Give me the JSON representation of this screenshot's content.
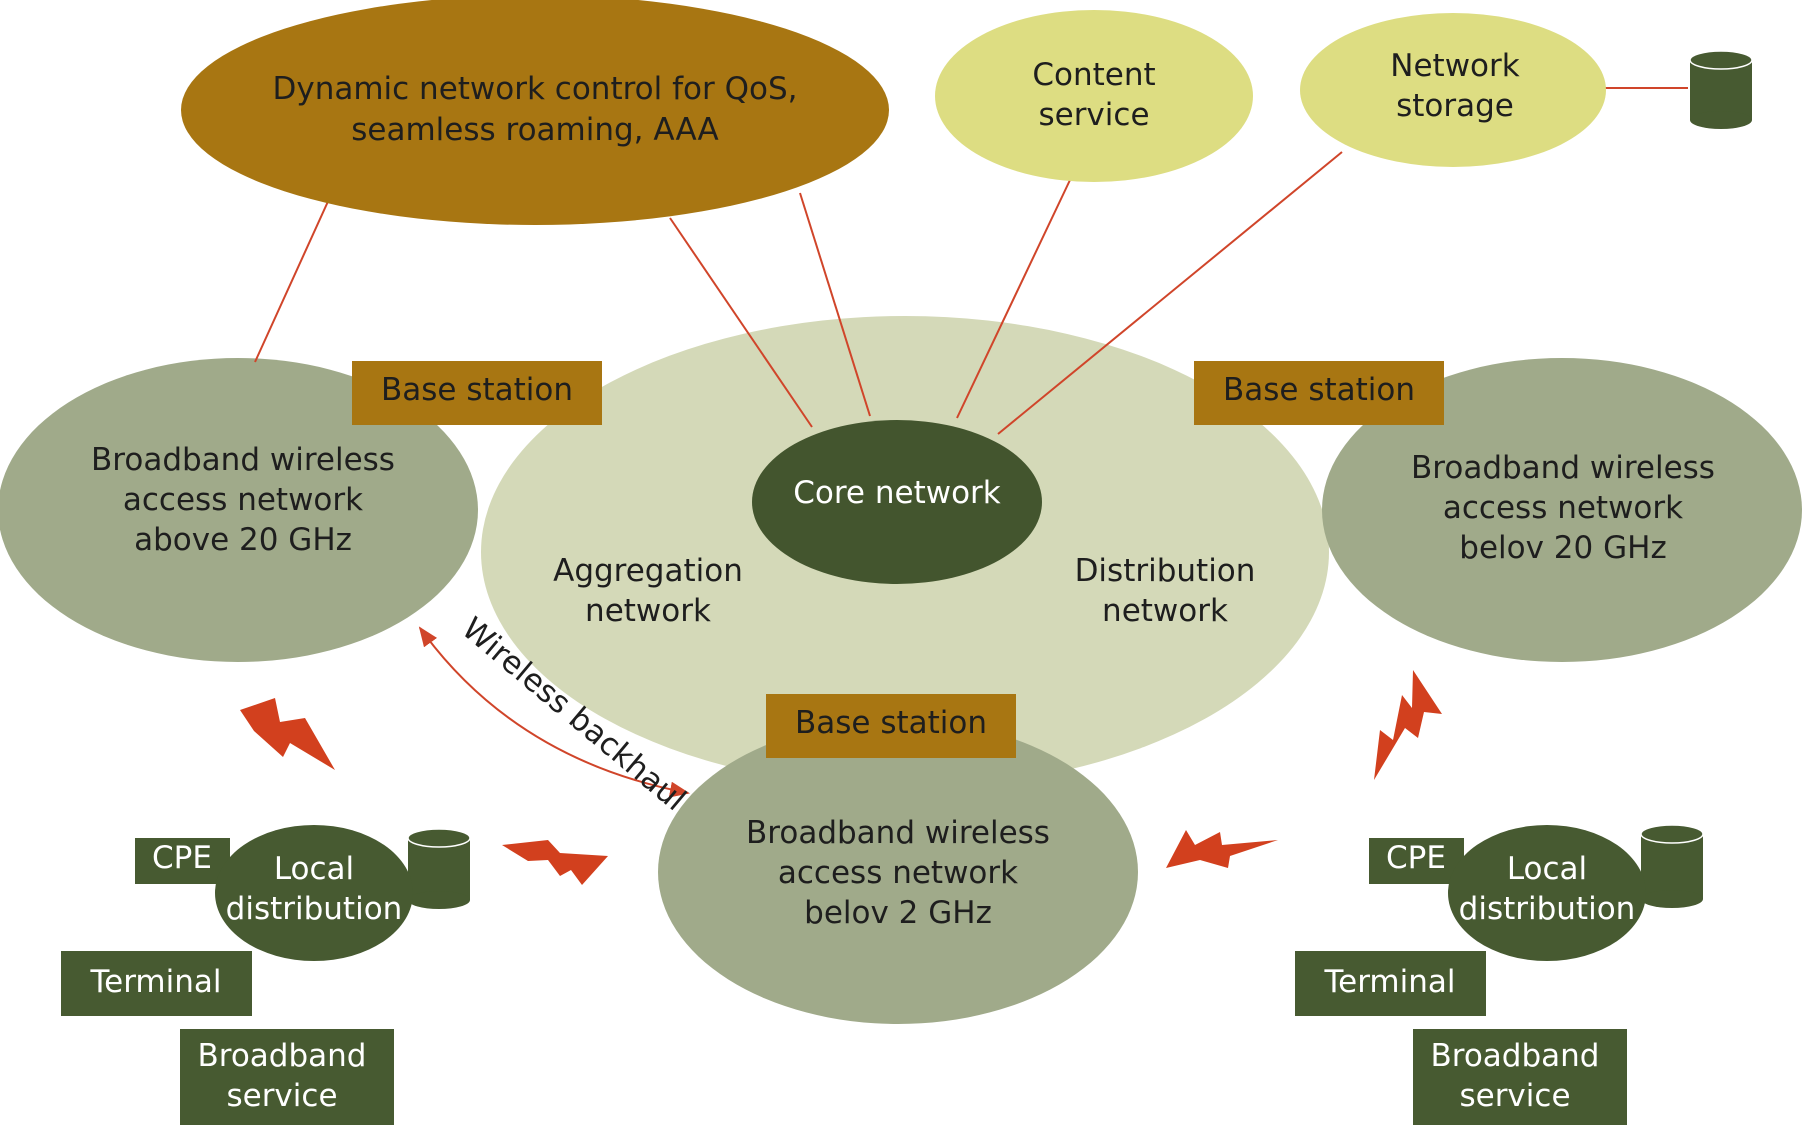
{
  "colors": {
    "aggregation_ellipse": "#d4d9b8",
    "access_ellipse": "#a0aa8a",
    "core_ellipse": "#43552e",
    "control_ellipse": "#a87612",
    "service_ellipse": "#dddd82",
    "base_station": "#a87612",
    "dark_box": "#475a31",
    "link_line": "#d0452a",
    "lightning": "#d2401e"
  },
  "control": {
    "line1": "Dynamic network control for QoS,",
    "line2": "seamless roaming, AAA"
  },
  "content_service": {
    "line1": "Content",
    "line2": "service"
  },
  "network_storage": {
    "line1": "Network",
    "line2": "storage"
  },
  "core": {
    "label": "Core network"
  },
  "aggregation": {
    "line1": "Aggregation",
    "line2": "network"
  },
  "distribution": {
    "line1": "Distribution",
    "line2": "network"
  },
  "base_station_label": "Base station",
  "access_left": {
    "line1": "Broadband wireless",
    "line2": "access network",
    "line3": "above 20 GHz"
  },
  "access_right": {
    "line1": "Broadband wireless",
    "line2": "access network",
    "line3": "belov 20 GHz"
  },
  "access_bottom": {
    "line1": "Broadband wireless",
    "line2": "access network",
    "line3": "belov 2 GHz"
  },
  "wireless_backhaul": "Wireless backhaul",
  "local_left": {
    "cpe": "CPE",
    "line1": "Local",
    "line2": "distribution",
    "terminal": "Terminal",
    "service1": "Broadband",
    "service2": "service"
  },
  "local_right": {
    "cpe": "CPE",
    "line1": "Local",
    "line2": "distribution",
    "terminal": "Terminal",
    "service1": "Broadband",
    "service2": "service"
  }
}
